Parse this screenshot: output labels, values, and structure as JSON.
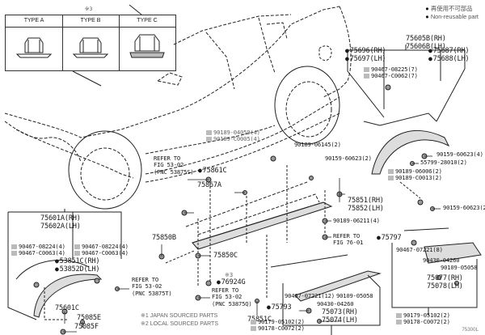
{
  "clip_table": {
    "note_mark": "※3",
    "types": [
      "TYPE A",
      "TYPE B",
      "TYPE C"
    ]
  },
  "legend": {
    "items": [
      {
        "marker": "●",
        "text": "再使用不可部品"
      },
      {
        "marker": "●",
        "text": "Non-reusable part"
      }
    ]
  },
  "footnotes": [
    {
      "mark": "※1",
      "text": "JAPAN SOURCED PARTS"
    },
    {
      "mark": "※2",
      "text": "LOCAL SOURCED PARTS"
    }
  ],
  "figure_code": "75300L",
  "labels": {
    "rear_flare": [
      "75605B(RH)",
      "75606B(LH)"
    ],
    "rear_75696": [
      "75696(RH)",
      "75697(LH)"
    ],
    "rear_75687": [
      "75687(RH)",
      "75688(LH)"
    ],
    "rear_clip": [
      "90467-08225(7)",
      "90467-C0062(7)"
    ],
    "rear_screw1": "90159-60623(4)",
    "rear_55799": "55799-28010(2)",
    "rear_screw2": [
      "90189-06006(2)",
      "90189-C0013(2)"
    ],
    "rear_screw3": "90159-60623(2)",
    "rocker_screw_top": [
      "90189-04059(4)",
      "90189-C0005(4)"
    ],
    "rocker_90189_06145": "90189-06145(2)",
    "rocker_90159": "90159-60623(2)",
    "refer_53_s": [
      "REFER TO",
      "FIG 53-02",
      "(PNC 53875S)"
    ],
    "p75861C": "75861C",
    "p75867A": "75867A",
    "p75851": [
      "75851(RH)",
      "75852(LH)"
    ],
    "p90189_06211": "90189-06211(4)",
    "refer_76": [
      "REFER TO",
      "FIG 76-01"
    ],
    "p75850B": "75850B",
    "p75850C": "75850C",
    "p76924G_mark": "※3",
    "p76924G": "76924G",
    "refer_53_q": [
      "REFER TO",
      "FIG 53-02",
      "(PNC 53875Q)"
    ],
    "p75851C": "75851C",
    "front_flare": [
      "75601A(RH)",
      "75602A(LH)"
    ],
    "front_clip_l": [
      "90467-08224(4)",
      "90467-C0063(4)"
    ],
    "front_clip_r": [
      "90467-08224(4)",
      "90467-C0063(4)"
    ],
    "front_53851": [
      "53851C(RH)",
      "53852D(LH)"
    ],
    "refer_53_t": [
      "REFER TO",
      "FIG 53-02",
      "(PNC 53875T)"
    ],
    "p75085F": "75085F",
    "p75601C": "75601C",
    "p75085E": "75085E",
    "p75793": "75793",
    "door_clip": "90467-07221(12)",
    "door_90109": "90109-05058",
    "door_90430": "90430-04260",
    "door_mold": [
      "75073(RH)",
      "75074(LH)"
    ],
    "door_screw": [
      "90179-05102(2)",
      "90178-C0072(2)"
    ],
    "p75797": "75797",
    "rdoor_clip": "90467-07221(8)",
    "rdoor_90430": "90430-04260",
    "rdoor_90109": "90109-05058",
    "rdoor_mold": [
      "75077(RH)",
      "75078(LH)"
    ],
    "rdoor_screw": [
      "90179-05102(2)",
      "90178-C0072(2)"
    ]
  }
}
